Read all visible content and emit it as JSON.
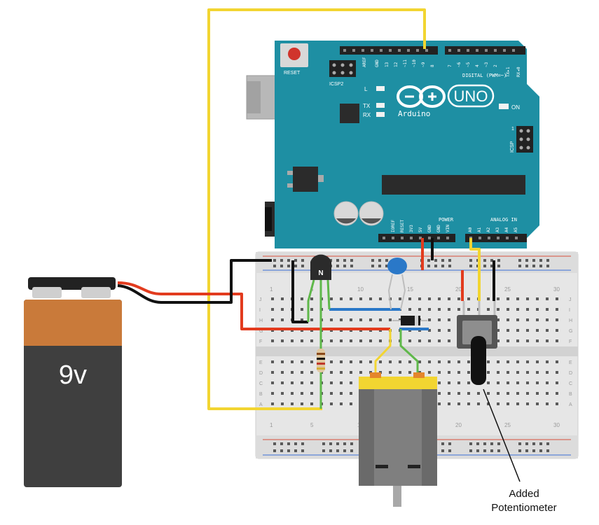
{
  "board": {
    "reset_label": "RESET",
    "icsp2_label": "ICSP2",
    "l_label": "L",
    "tx_label": "TX",
    "rx_label": "RX",
    "on_label": "ON",
    "uno_label": "UNO",
    "brand_label": "Arduino",
    "digital_label": "DIGITAL (PWM=~)",
    "power_label": "POWER",
    "analog_label": "ANALOG IN",
    "icsp_label": "ICSP",
    "icsp_num": "1",
    "top_pins": [
      "AREF",
      "GND",
      "13",
      "12",
      "~11",
      "~10",
      "~9",
      "8",
      "7",
      "~6",
      "~5",
      "4",
      "~3",
      "2",
      "TX▸1",
      "RX◂0"
    ],
    "power_pins": [
      "IOREF",
      "RESET",
      "3V3",
      "5V",
      "GND",
      "GND",
      "VIN"
    ],
    "analog_pins": [
      "A0",
      "A1",
      "A2",
      "A3",
      "A4",
      "A5"
    ]
  },
  "battery": {
    "label": "9v",
    "colors": {
      "top": "#c97a3a",
      "body": "#3f3f3f"
    }
  },
  "breadboard": {
    "col_numbers": [
      "1",
      "5",
      "10",
      "15",
      "20",
      "25",
      "30"
    ],
    "row_letters_top": [
      "J",
      "I",
      "H",
      "G",
      "F"
    ],
    "row_letters_bottom": [
      "E",
      "D",
      "C",
      "B",
      "A"
    ]
  },
  "transistor": {
    "label": "N"
  },
  "annotation": {
    "line1": "Added",
    "line2": "Potentiometer"
  },
  "colors": {
    "arduino": "#1e8fa3",
    "wire_yellow": "#f2d531",
    "wire_red": "#e23b1e",
    "wire_black": "#111111",
    "wire_blue": "#2a78c8",
    "wire_green": "#5fb84a"
  }
}
